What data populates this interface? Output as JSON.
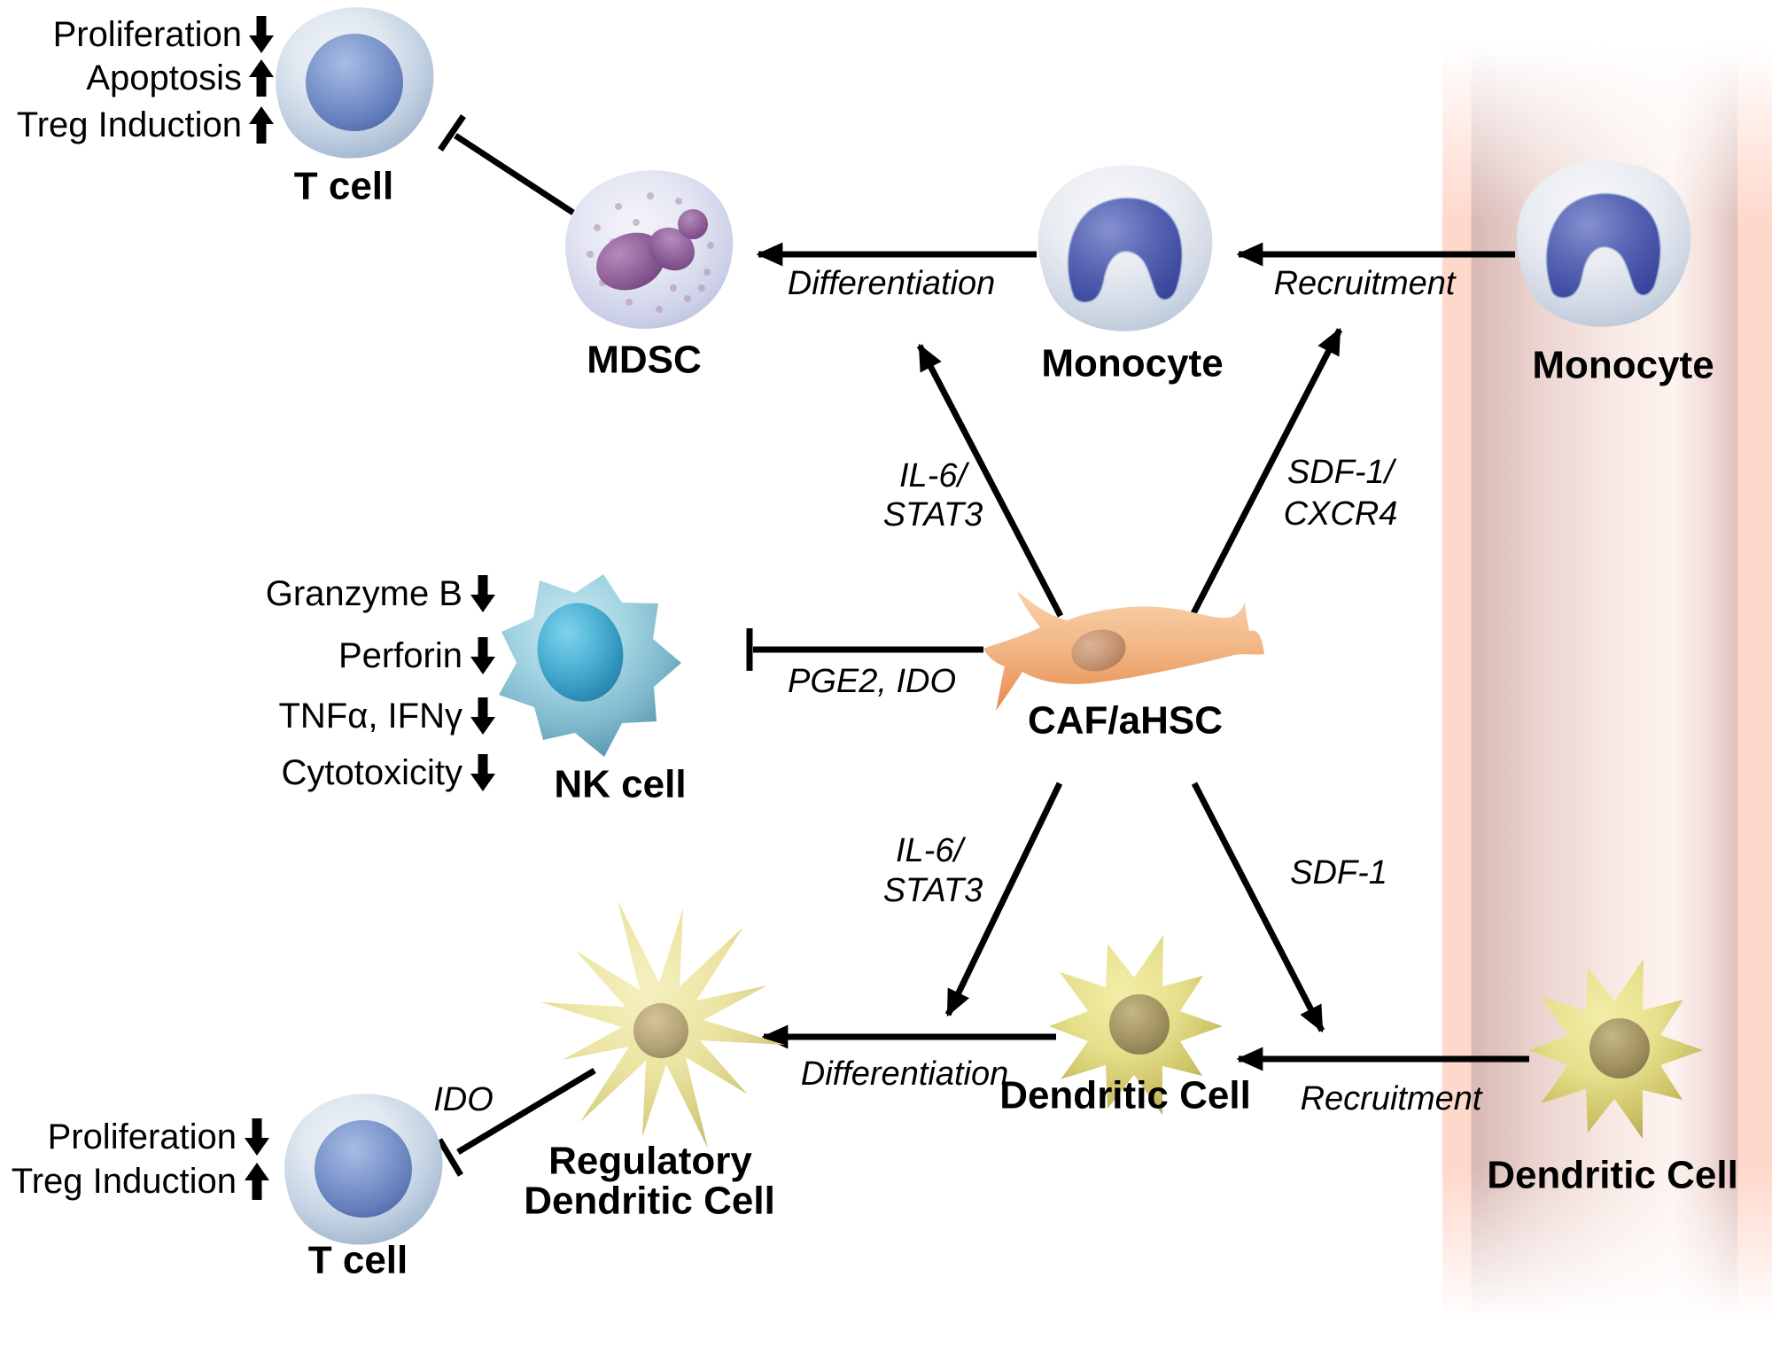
{
  "cells": {
    "t_cell_top": {
      "label": "T cell"
    },
    "mdsc": {
      "label": "MDSC"
    },
    "monocyte_center": {
      "label": "Monocyte"
    },
    "monocyte_vessel": {
      "label": "Monocyte"
    },
    "nk_cell": {
      "label": "NK cell"
    },
    "caf_ahsc": {
      "label": "CAF/aHSC"
    },
    "dendritic_center": {
      "label": "Dendritic Cell"
    },
    "dendritic_vessel": {
      "label": "Dendritic Cell"
    },
    "regulatory_dc": {
      "label_line1": "Regulatory",
      "label_line2": "Dendritic Cell"
    },
    "t_cell_bottom": {
      "label": "T cell"
    }
  },
  "pathways": {
    "differentiation_top": {
      "label": "Differentiation"
    },
    "recruitment_top": {
      "label": "Recruitment"
    },
    "il6_stat3_top": {
      "line1": "IL-6/",
      "line2": "STAT3"
    },
    "sdf1_cxcr4": {
      "line1": "SDF-1/",
      "line2": "CXCR4"
    },
    "pge2_ido": {
      "label": "PGE2, IDO"
    },
    "il6_stat3_bottom": {
      "line1": "IL-6/",
      "line2": "STAT3"
    },
    "sdf1_bottom": {
      "label": "SDF-1"
    },
    "differentiation_bottom": {
      "label": "Differentiation"
    },
    "recruitment_bottom": {
      "label": "Recruitment"
    },
    "ido": {
      "label": "IDO"
    }
  },
  "effects": {
    "t_cell_top": [
      {
        "label": "Proliferation",
        "direction": "down"
      },
      {
        "label": "Apoptosis",
        "direction": "up"
      },
      {
        "label": "Treg Induction",
        "direction": "up"
      }
    ],
    "nk_cell": [
      {
        "label": "Granzyme B",
        "direction": "down"
      },
      {
        "label": "Perforin",
        "direction": "down"
      },
      {
        "label": "TNFα, IFNγ",
        "direction": "down"
      },
      {
        "label": "Cytotoxicity",
        "direction": "down"
      }
    ],
    "t_cell_bottom": [
      {
        "label": "Proliferation",
        "direction": "down"
      },
      {
        "label": "Treg Induction",
        "direction": "up"
      }
    ]
  },
  "colors": {
    "background": "#ffffff",
    "line": "#000000",
    "vessel_strip": "#ffd8cc",
    "vessel_inner_dark": "#d8b8b4",
    "vessel_inner_light": "#fdf3ef",
    "t_cell_body": "#b6c6db",
    "t_cell_nucleus": "#6b84c1",
    "mdsc_body": "#d3d6ea",
    "mdsc_nucleus": "#8a5f94",
    "monocyte_body": "#d5dce8",
    "monocyte_nucleus": "#4b58a8",
    "nk_body": "#7fb9cd",
    "nk_nucleus": "#2f92b8",
    "caf_body": "#f0ad77",
    "caf_nucleus": "#c39375",
    "dendritic_body": "#ddd47e",
    "dendritic_nucleus": "#968a58",
    "regulatory_dc_body": "#e9e3a4"
  }
}
